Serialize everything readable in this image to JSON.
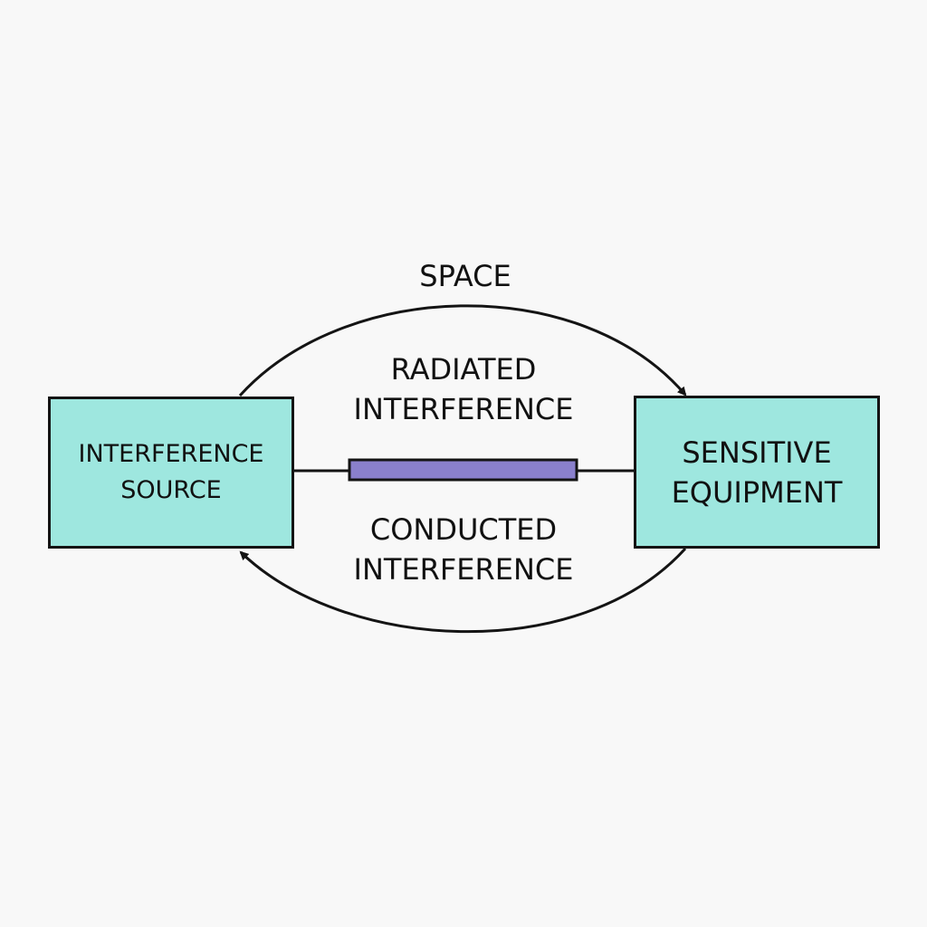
{
  "diagram": {
    "nodes": {
      "source": {
        "line1": "INTERFERENCE",
        "line2": "SOURCE"
      },
      "equipment": {
        "line1": "SENSITIVE",
        "line2": "EQUIPMENT"
      }
    },
    "labels": {
      "space": "SPACE",
      "radiated": {
        "line1": "RADIATED",
        "line2": "INTERFERENCE"
      },
      "conducted": {
        "line1": "CONDUCTED",
        "line2": "INTERFERENCE"
      }
    },
    "colors": {
      "box_fill": "#9ee7df",
      "bar_fill": "#8a80cc",
      "stroke": "#141414",
      "background": "#f8f8f8"
    }
  }
}
